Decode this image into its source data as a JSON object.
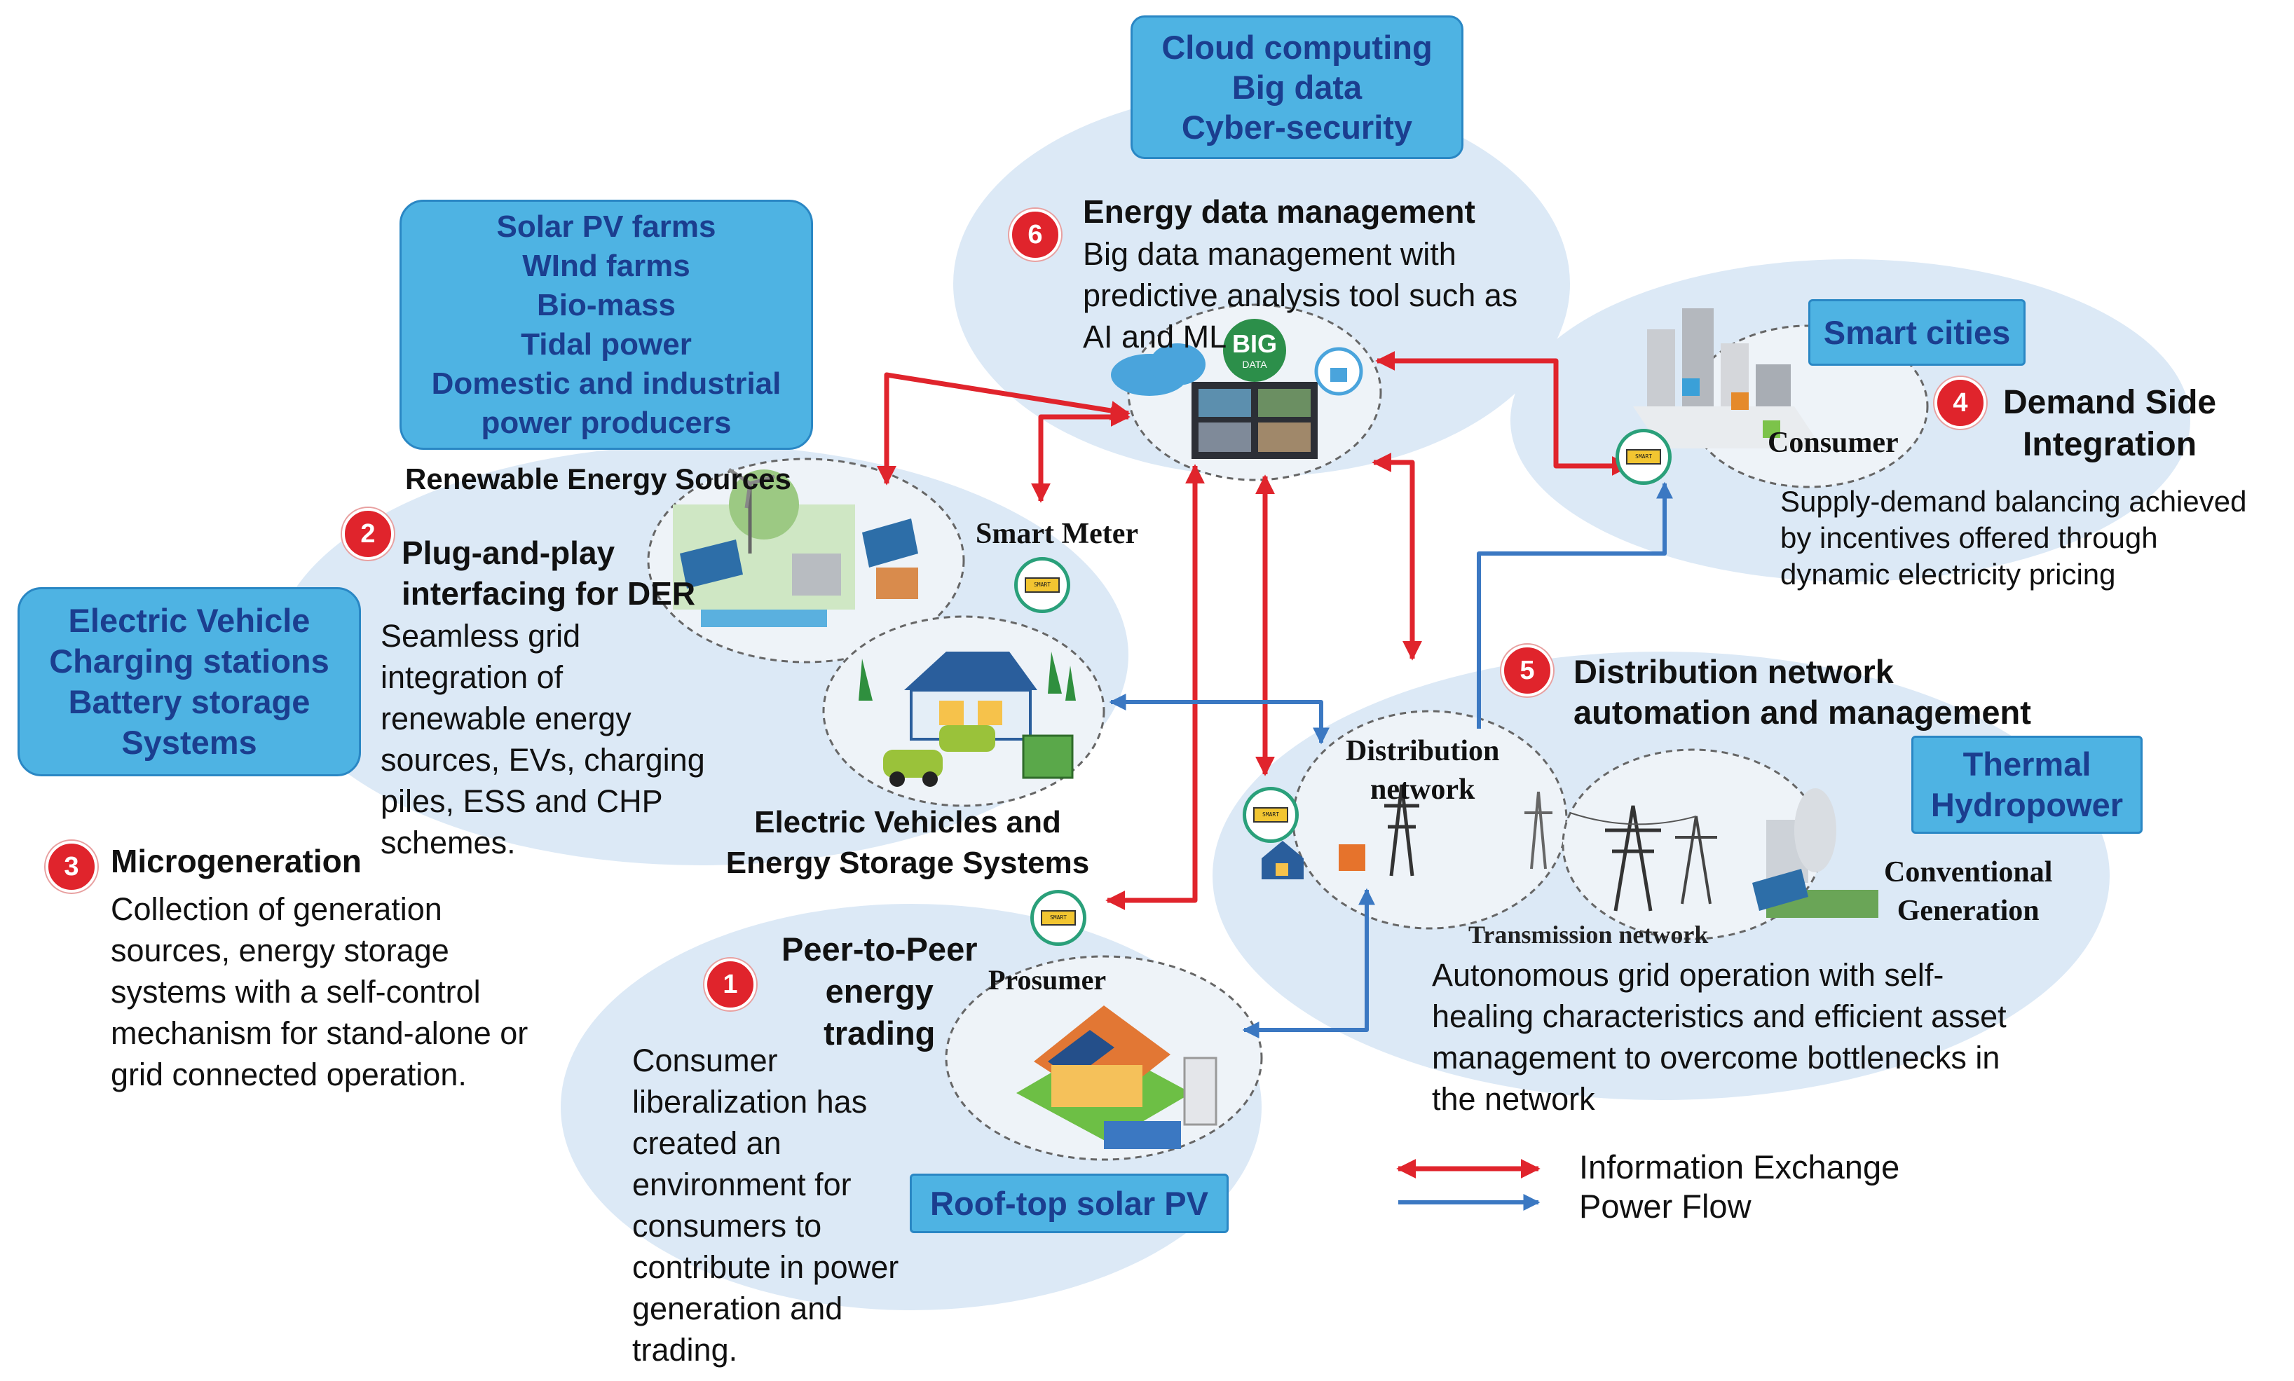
{
  "boxes": {
    "cloud": [
      "Cloud computing",
      "Big data",
      "Cyber-security"
    ],
    "renewables": [
      "Solar PV farms",
      "WInd farms",
      "Bio-mass",
      "Tidal power",
      "Domestic and industrial",
      "power producers"
    ],
    "ev": [
      "Electric Vehicle",
      "Charging stations",
      "Battery storage",
      "Systems"
    ],
    "smart_cities": "Smart cities",
    "thermal": [
      "Thermal",
      "Hydropower"
    ],
    "rooftop": "Roof-top solar PV"
  },
  "sections": {
    "s1": {
      "num": "1",
      "title": [
        "Peer-to-Peer",
        "energy",
        "trading"
      ],
      "body": [
        "Consumer",
        "liberalization has",
        "created an",
        "environment for",
        "consumers to",
        "contribute in power",
        "generation and",
        "trading."
      ]
    },
    "s2": {
      "num": "2",
      "title": [
        "Plug-and-play",
        "interfacing for DER"
      ],
      "body": [
        "Seamless grid",
        "integration of",
        "renewable energy",
        "sources, EVs, charging",
        "piles, ESS and CHP",
        "schemes."
      ]
    },
    "s3": {
      "num": "3",
      "title": "Microgeneration",
      "body": [
        "Collection of generation",
        "sources, energy storage",
        "systems with a self-control",
        "mechanism for stand-alone or",
        "grid connected operation."
      ]
    },
    "s4": {
      "num": "4",
      "title": [
        "Demand Side",
        "Integration"
      ],
      "body": [
        "Supply-demand balancing achieved",
        "by incentives offered through",
        "dynamic electricity pricing"
      ]
    },
    "s5": {
      "num": "5",
      "title": [
        "Distribution network",
        "automation and management"
      ],
      "body": [
        "Autonomous grid operation with self-",
        "healing characteristics and efficient asset",
        "management to overcome bottlenecks in",
        "the network"
      ]
    },
    "s6": {
      "num": "6",
      "title": "Energy data management",
      "body": [
        "Big data management with",
        "predictive analysis tool such as",
        "AI and ML"
      ]
    }
  },
  "labels": {
    "renewable_sources": "Renewable Energy Sources",
    "smart_meter": "Smart Meter",
    "ev_ess": [
      "Electric Vehicles and",
      "Energy Storage Systems"
    ],
    "consumer": "Consumer",
    "distribution_network": [
      "Distribution",
      "network"
    ],
    "transmission_network": "Transmission network",
    "conventional_generation": [
      "Conventional",
      "Generation"
    ],
    "prosumer": "Prosumer",
    "big_data": "BIG",
    "big_data_sub": "DATA",
    "meter_screen": "SMART METER"
  },
  "legend": {
    "information_exchange": "Information Exchange",
    "power_flow": "Power Flow"
  },
  "colors": {
    "information_exchange": "#e0242c",
    "power_flow": "#3b78c2",
    "ellipse_fill": "#dce9f6",
    "box_fill": "#4eb3e3",
    "box_text": "#1b3e8f"
  }
}
